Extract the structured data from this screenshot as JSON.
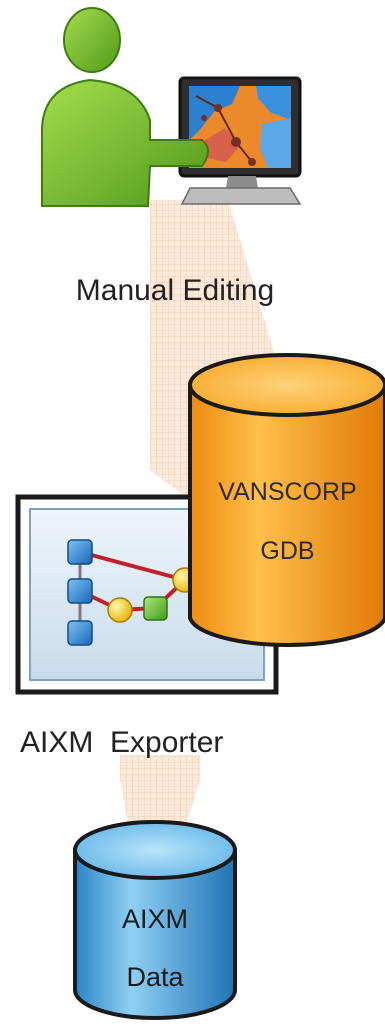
{
  "nodes": {
    "manual_editing": {
      "label": "Manual Editing"
    },
    "vanscorp_gdb": {
      "line1": "VANSCORP",
      "line2": "GDB",
      "color": "#f5a623"
    },
    "aixm_exporter": {
      "label": "AIXM  Exporter"
    },
    "aixm_data": {
      "line1": "AIXM",
      "line2": "Data",
      "color": "#4aa3d8"
    }
  },
  "icons": [
    "user-at-computer-icon",
    "database-cylinder-icon",
    "network-graph-icon",
    "database-cylinder-icon"
  ],
  "colors": {
    "beam": "#fbe3d0",
    "beam_grid": "#f2c9a8",
    "user_green": "#7bbf2a",
    "exporter_frame": "#1a1a1a",
    "graph_link": "#c0202a"
  }
}
